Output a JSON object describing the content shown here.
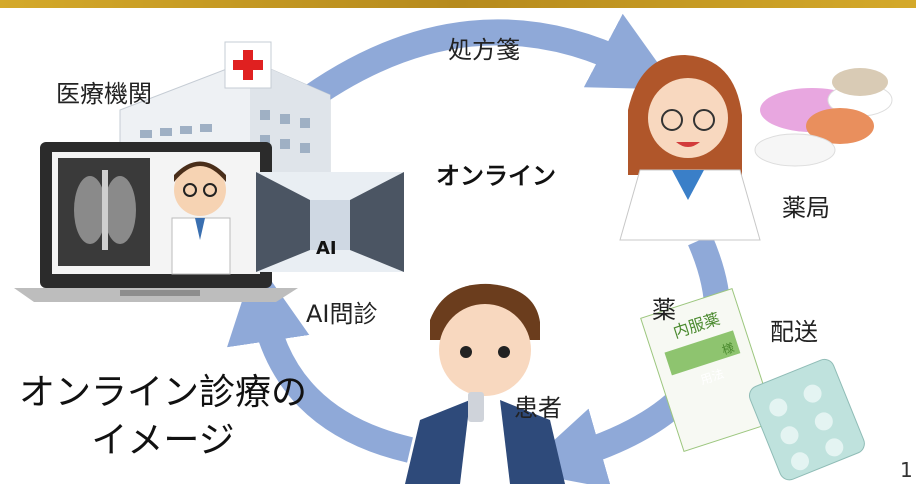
{
  "labels": {
    "prescription": "処方箋",
    "medical_institution": "医療機関",
    "online": "オンライン",
    "pharmacy": "薬局",
    "ai_interview": "AI問診",
    "ai_server": "AI",
    "medicine": "薬",
    "delivery": "配送",
    "patient": "患者",
    "medicine_package_title": "内服薬",
    "medicine_package_sub": "様",
    "medicine_package_usage": "用法"
  },
  "title": {
    "line1": "オンライン診療の",
    "line2": "イメージ"
  },
  "page_number": "1",
  "colors": {
    "cycle_arrow": "#8fa9d8",
    "top_bar": "#c9a227",
    "hospital_cross": "#e02020"
  }
}
